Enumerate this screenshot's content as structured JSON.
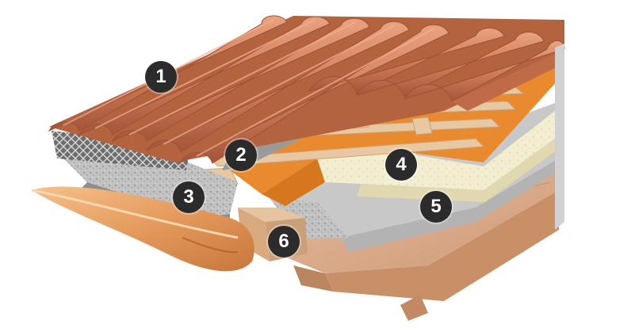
{
  "markers": [
    {
      "label": "1"
    },
    {
      "label": "2"
    },
    {
      "label": "3"
    },
    {
      "label": "4"
    },
    {
      "label": "5"
    },
    {
      "label": "6"
    }
  ],
  "colors": {
    "tile": "#cf7a57",
    "tile_dark": "#a4563a",
    "tile_light": "#e79c78",
    "battens": "#e7c8a2",
    "membrane": "#8f8f8f",
    "gravel": "#bdbdbd",
    "orange_board": "#ea8a2e",
    "insulation": "#f3eed2",
    "concrete": "#c8c8c8",
    "deck": "#d9a785",
    "gutter": "#e49a5c",
    "marker_bg": "#2b2b2b",
    "marker_text": "#ffffff"
  }
}
